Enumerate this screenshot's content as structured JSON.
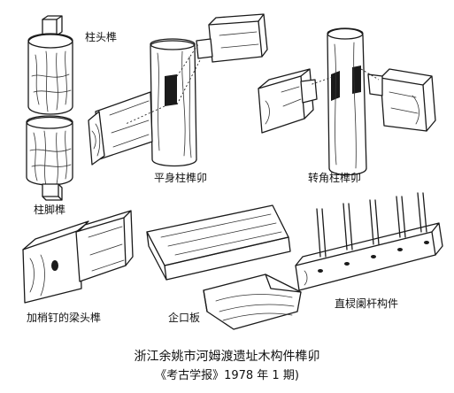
{
  "labels": {
    "tenon_top": "柱头榫",
    "tenon_foot": "柱脚榫",
    "flat_column_mortise": "平身柱榫卯",
    "corner_column_mortise": "转角柱榫卯",
    "beam_tenon_pinned": "加梢钉的梁头榫",
    "tongue_groove_board": "企口板",
    "railing_members": "直棂阑杆构件"
  },
  "caption": {
    "title": "浙江余姚市河姆渡遗址木构件榫卯",
    "source": "《考古学报》1978 年 1 期)"
  }
}
